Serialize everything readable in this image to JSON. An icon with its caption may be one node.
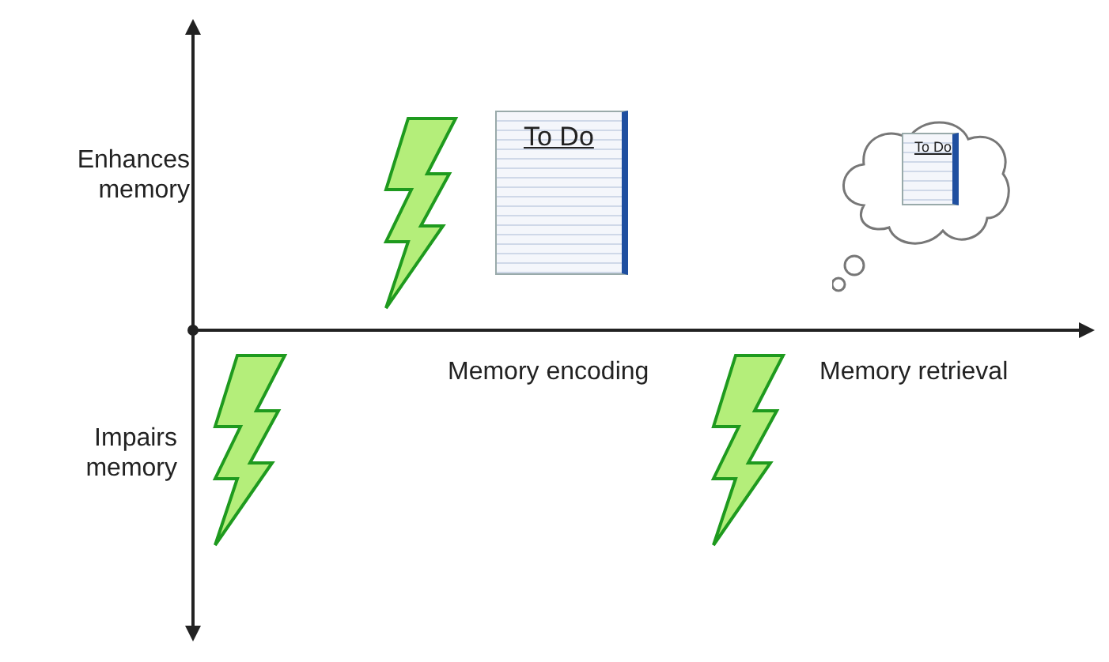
{
  "diagram": {
    "nodes": [
      {
        "text": [
          "To Do"
        ]
      },
      {
        "text": [],
        "shape": "cloud"
      },
      {
        "text": [
          "To Do"
        ],
        "in": 1
      }
    ],
    "labels": [
      "Enhances memory",
      "Impairs memory",
      "Memory encoding",
      "Memory retrieval"
    ]
  }
}
